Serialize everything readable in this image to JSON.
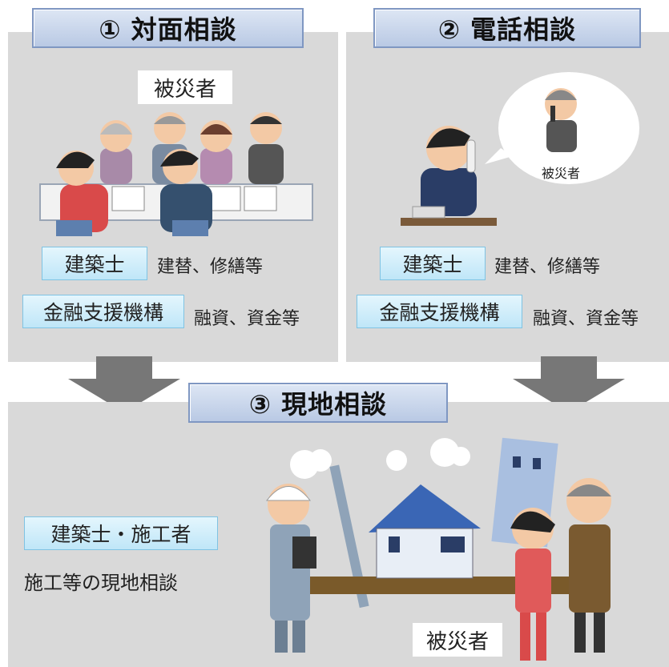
{
  "panel1": {
    "title": "① 対面相談",
    "victims_label": "被災者",
    "rows": [
      {
        "tag": "建築士",
        "desc": "建替、修繕等"
      },
      {
        "tag": "金融支援機構",
        "desc": "融資、資金等"
      }
    ]
  },
  "panel2": {
    "title": "② 電話相談",
    "victims_label": "被災者",
    "rows": [
      {
        "tag": "建築士",
        "desc": "建替、修繕等"
      },
      {
        "tag": "金融支援機構",
        "desc": "融資、資金等"
      }
    ]
  },
  "panel3": {
    "title": "③ 現地相談",
    "tag": "建築士・施工者",
    "desc": "施工等の現地相談",
    "victims_label": "被災者"
  },
  "colors": {
    "panel_bg": "#d9d9d9",
    "title_fill": "#c9d6ee",
    "tag_fill": "#d2eefb",
    "arrow": "#777777"
  },
  "icons": [
    "face-to-face-meeting-illustration",
    "phone-operator-illustration",
    "site-inspection-illustration",
    "down-arrow-icon"
  ]
}
